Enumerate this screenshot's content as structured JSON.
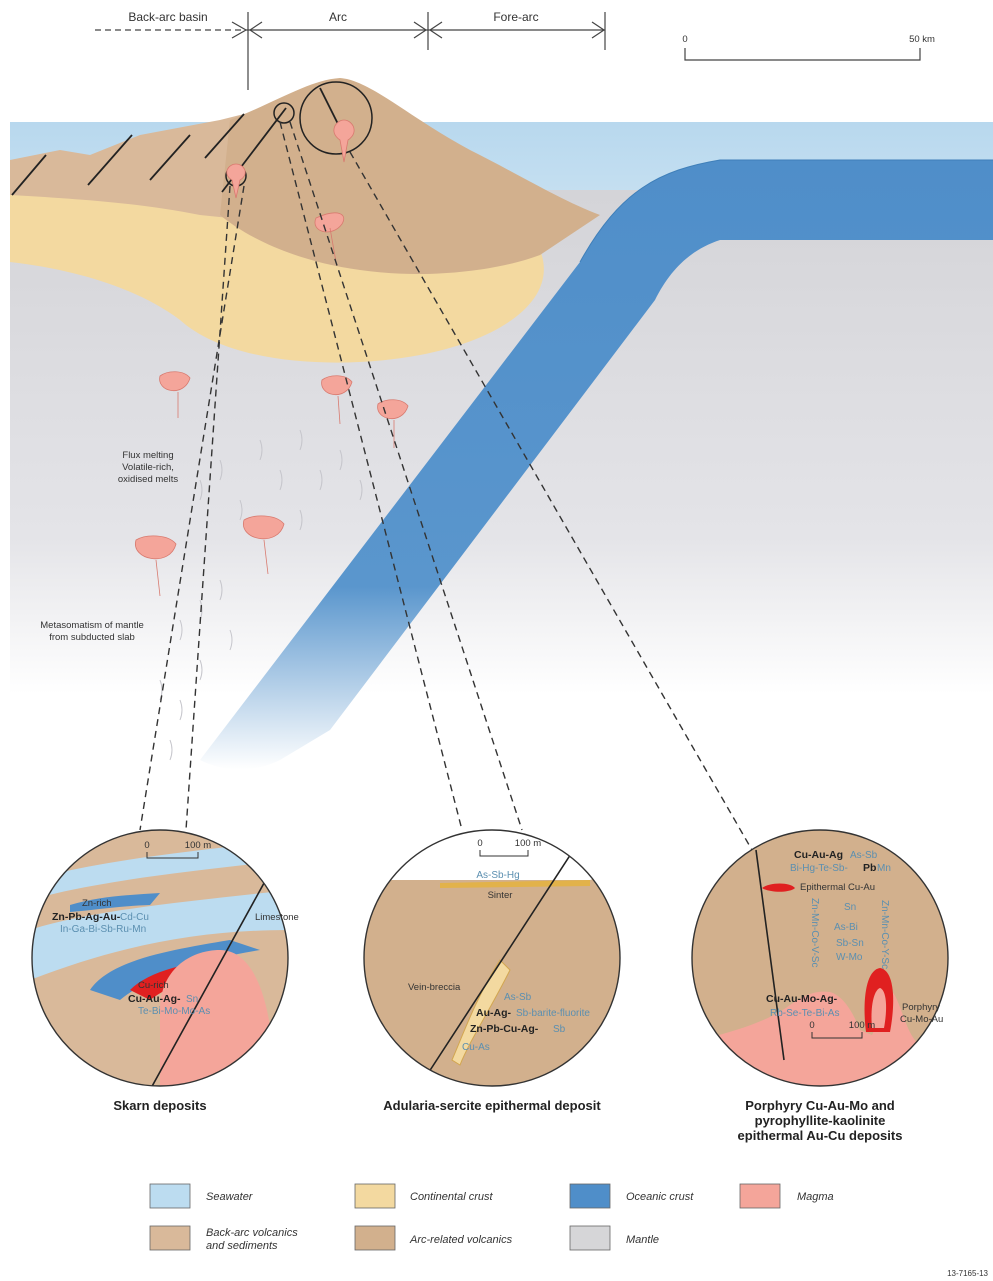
{
  "header": {
    "back_arc": "Back-arc basin",
    "arc": "Arc",
    "fore_arc": "Fore-arc"
  },
  "scale": {
    "zero": "0",
    "max": "50 km"
  },
  "annotations": {
    "flux_melting": [
      "Flux melting",
      "Volatile-rich,",
      "oxidised melts"
    ],
    "metasomatism": [
      "Metasomatism of mantle",
      "from subducted slab"
    ]
  },
  "insets": {
    "skarn": {
      "caption": "Skarn deposits",
      "scale_zero": "0",
      "scale_max": "100 m",
      "limestone": "Limestone",
      "zn_rich": "Zn-rich",
      "zn_metals": "Zn-Pb-Ag-Au-",
      "zn_metals_minor1": "Cd-Cu",
      "zn_metals_minor2": "In-Ga-Bi-Sb-Ru-Mn",
      "cu_rich": "Cu-rich",
      "cu_metals": "Cu-Au-Ag-",
      "cu_metals_minor1": "Sn",
      "cu_metals_minor2": "Te-Bi-Mo-Mo-As"
    },
    "adularia": {
      "caption": "Adularia-sercite epithermal deposit",
      "scale_zero": "0",
      "scale_max": "100 m",
      "as_sb_hg": "As-Sb-Hg",
      "sinter": "Sinter",
      "vein_breccia": "Vein-breccia",
      "as_sb": "As-Sb",
      "au_ag": "Au-Ag-",
      "au_ag_minor": "Sb-barite-fluorite",
      "zn_pb": "Zn-Pb-Cu-Ag-",
      "zn_pb_minor": "Sb",
      "cu_as": "Cu-As"
    },
    "porphyry": {
      "caption": [
        "Porphyry Cu-Au-Mo and",
        "pyrophyllite-kaolinite",
        "epithermal Au-Cu deposits"
      ],
      "scale_zero": "0",
      "scale_max": "100 m",
      "cu_au_ag": "Cu-Au-Ag",
      "cu_au_ag_minor": "As-Sb",
      "bi_hg": "Bi-Hg-Te-Sb-",
      "bi_hg_pb": "Pb",
      "bi_hg_mn": "Mn",
      "epithermal": "Epithermal Cu-Au",
      "sn": "Sn",
      "as_bi": "As-Bi",
      "sb_sn": "Sb-Sn",
      "w_mo": "W-Mo",
      "zn_vertical1": "Zn-Mn-Co-V-Sc",
      "zn_vertical2": "Zn-Mn-Co-Y-Sc",
      "cu_au_mo": "Cu-Au-Mo-Ag-",
      "rb_se": "Rb-Se-Te-Bi-As",
      "porphyry_label": [
        "Porphyry",
        "Cu-Mo-Au"
      ]
    }
  },
  "legend": {
    "items": [
      {
        "label": "Seawater",
        "color": "#bcdcf0"
      },
      {
        "label": "Continental crust",
        "color": "#f3d9a0"
      },
      {
        "label": "Oceanic crust",
        "color": "#4f8ec9"
      },
      {
        "label": "Magma",
        "color": "#f4a59a"
      },
      {
        "label": "Back-arc volcanics and sediments",
        "label_lines": [
          "Back-arc volcanics",
          "and sediments"
        ],
        "color": "#d9b99a"
      },
      {
        "label": "Arc-related volcanics",
        "color": "#d2b08d"
      },
      {
        "label": "Mantle",
        "color": "#d6d6d8"
      }
    ]
  },
  "figure_id": "13-7165-13",
  "colors": {
    "seawater": "#bcdcf0",
    "continental": "#f3d9a0",
    "oceanic": "#4f8ec9",
    "magma": "#f4a59a",
    "back_arc_volc": "#d9b99a",
    "arc_volc": "#d2b08d",
    "mantle": "#d6d6d8",
    "ore_red": "#e02020"
  }
}
